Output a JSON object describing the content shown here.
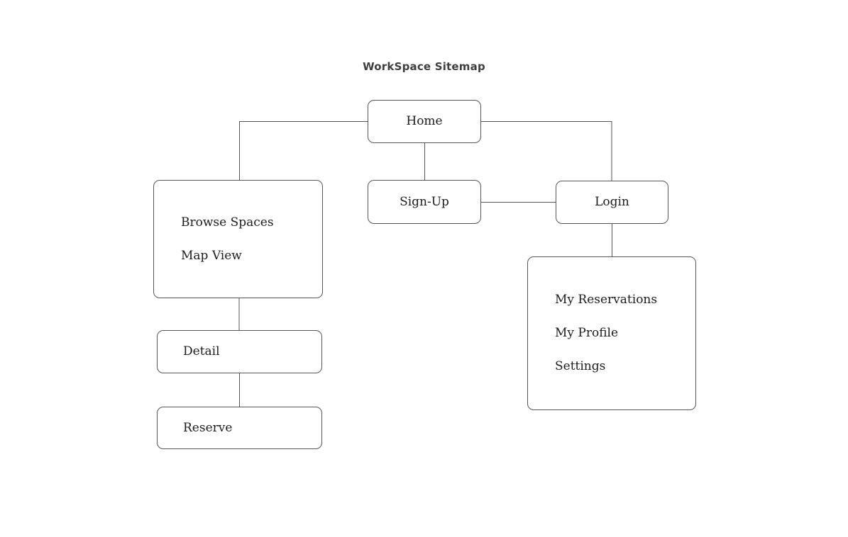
{
  "title": "WorkSpace Sitemap",
  "nodes": {
    "home": {
      "label": "Home"
    },
    "sign_up": {
      "label": "Sign-Up"
    },
    "login": {
      "label": "Login"
    },
    "browse": {
      "items": [
        "Browse Spaces",
        "Map View"
      ]
    },
    "detail": {
      "label": "Detail"
    },
    "reserve": {
      "label": "Reserve"
    },
    "account": {
      "items": [
        "My Reservations",
        "My Profile",
        "Settings"
      ]
    }
  },
  "edges": [
    {
      "from": "home",
      "to": "browse"
    },
    {
      "from": "home",
      "to": "sign_up"
    },
    {
      "from": "home",
      "to": "login"
    },
    {
      "from": "sign_up",
      "to": "login"
    },
    {
      "from": "login",
      "to": "account"
    },
    {
      "from": "browse",
      "to": "detail"
    },
    {
      "from": "detail",
      "to": "reserve"
    }
  ],
  "colors": {
    "background": "#ffffff",
    "node_border": "#565656",
    "connector": "#565656",
    "node_text": "#1c1c1c",
    "title_text": "#3f3f3f"
  }
}
